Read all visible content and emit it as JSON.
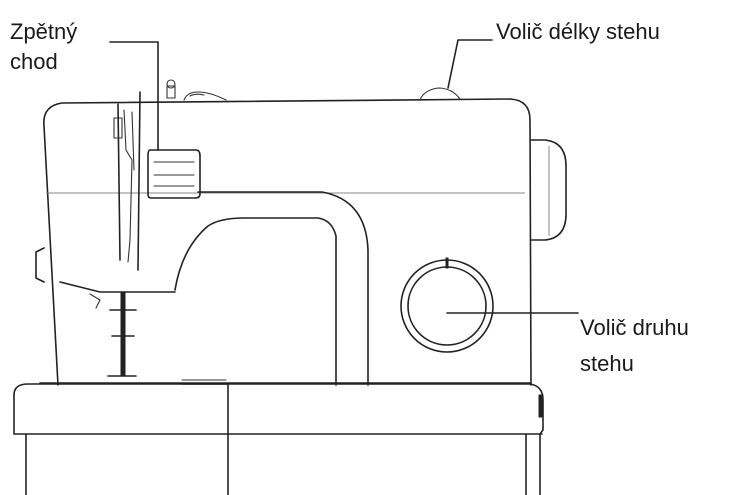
{
  "labels": {
    "reverse": [
      "Zpětný",
      "chod"
    ],
    "stitch_length": "Volič délky stehu",
    "stitch_type": [
      "Volič druhu",
      "stehu"
    ]
  }
}
